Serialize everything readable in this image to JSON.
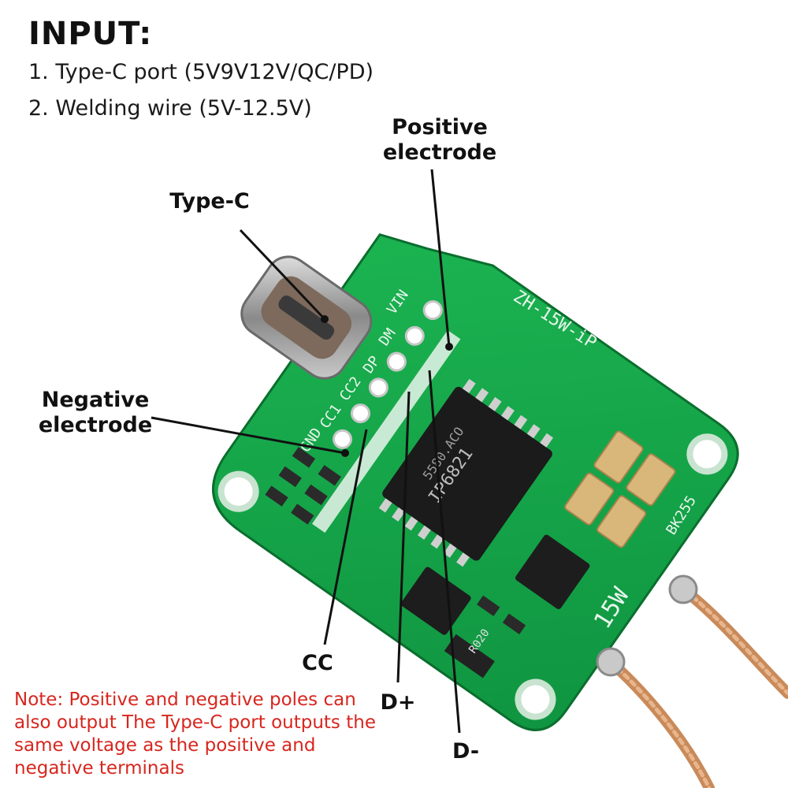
{
  "heading": "INPUT:",
  "inputs": [
    "1. Type-C port (5V9V12V/QC/PD)",
    "2. Welding wire (5V-12.5V)"
  ],
  "callouts": {
    "positive": [
      "Positive",
      "electrode"
    ],
    "type_c": "Type-C",
    "negative": [
      "Negative",
      "electrode"
    ],
    "cc": "CC",
    "dplus": "D+",
    "dminus": "D-"
  },
  "board": {
    "silk_model": "ZH-15W-iP",
    "silk_power": "15W",
    "silk_bk": "BK255",
    "pins": [
      "VIN",
      "DM",
      "DP",
      "CC2",
      "CC1",
      "GND"
    ],
    "chip_text": [
      "IP6821",
      "5580.ACO"
    ],
    "resistor": "R020",
    "colors": {
      "pcb": "#17a94a",
      "pcb_dark": "#0e7a35",
      "gold": "#d9b679",
      "copper": "#c98a5a"
    }
  },
  "note": "Note: Positive and negative poles can also output The Type-C port outputs the same voltage as the positive and negative terminals"
}
